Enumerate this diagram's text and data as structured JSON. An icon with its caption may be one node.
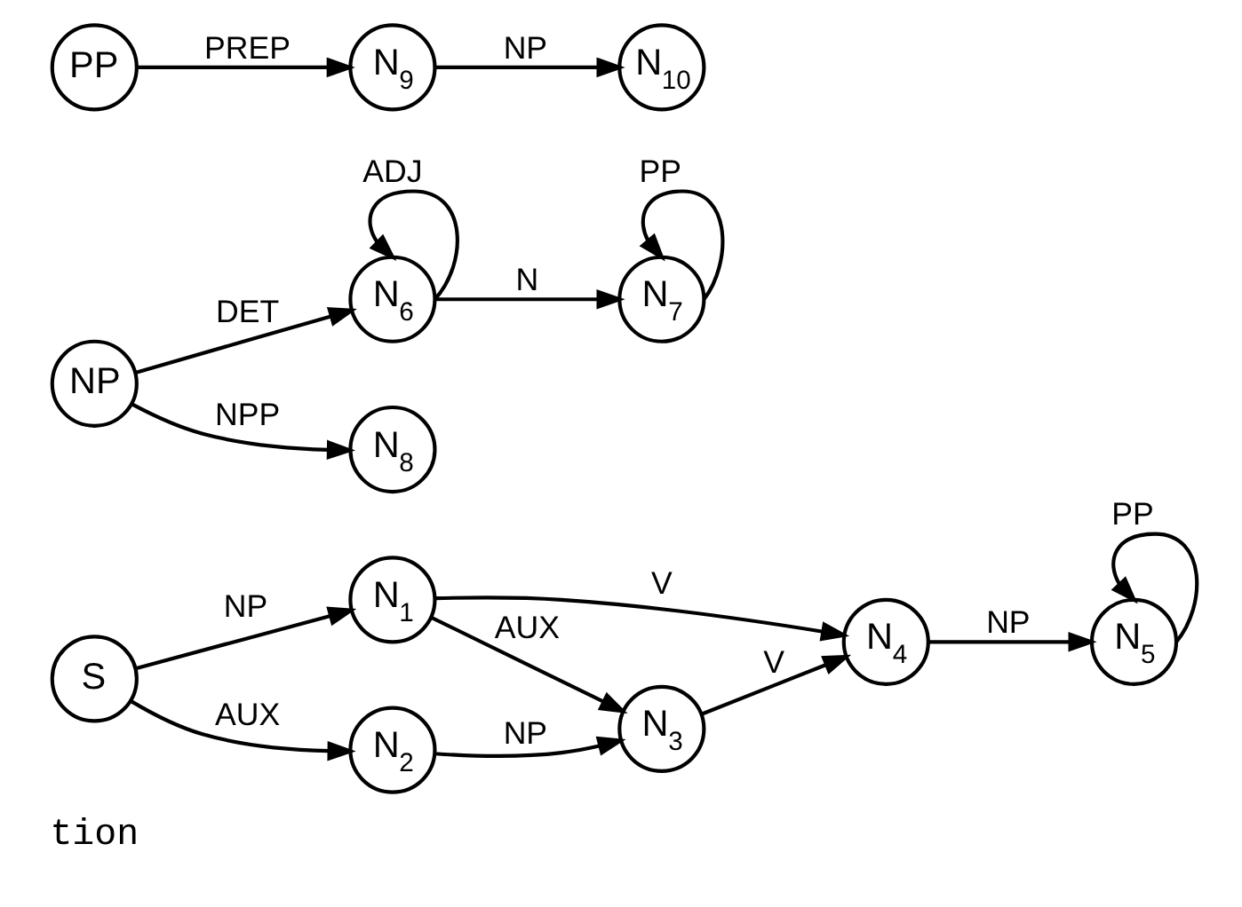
{
  "diagram": {
    "nodes": [
      {
        "text": [
          "S"
        ]
      },
      {
        "text": [
          "N$_{1}$"
        ]
      },
      {
        "text": [
          "N$_{2}$"
        ]
      },
      {
        "text": [
          "N$_{3}$"
        ]
      },
      {
        "text": [
          "N$_{4}$"
        ]
      },
      {
        "text": [
          "N$_{5}$"
        ]
      },
      {
        "text": [
          "NP"
        ]
      },
      {
        "text": [
          "N$_{6}$"
        ]
      },
      {
        "text": [
          "N$_{7}$"
        ]
      },
      {
        "text": [
          "N$_{8}$"
        ]
      },
      {
        "text": [
          "PP"
        ]
      },
      {
        "text": [
          "N$_{9}$"
        ]
      },
      {
        "text": [
          "N$_{10}$"
        ]
      }
    ],
    "edges": [
      {
        "from": 0,
        "to": 1,
        "arrow": "to",
        "label": "NP"
      },
      {
        "from": 0,
        "to": 2,
        "arrow": "to",
        "label": "AUX"
      },
      {
        "from": 1,
        "to": 3,
        "arrow": "to",
        "label": "AUX"
      },
      {
        "from": 2,
        "to": 3,
        "arrow": "to",
        "label": "NP"
      },
      {
        "from": 1,
        "to": 4,
        "arrow": "to",
        "label": "V"
      },
      {
        "from": 3,
        "to": 4,
        "arrow": "to",
        "label": "V"
      },
      {
        "from": 4,
        "to": 5,
        "arrow": "to",
        "label": "NP"
      },
      {
        "from": 5,
        "to": 5,
        "arrow": "to",
        "label": "PP"
      },
      {
        "from": 6,
        "to": 7,
        "arrow": "to",
        "label": "DET"
      },
      {
        "from": 7,
        "to": 7,
        "arrow": "to",
        "label": "ADJ"
      },
      {
        "from": 7,
        "to": 8,
        "arrow": "to",
        "label": "N"
      },
      {
        "from": 8,
        "to": 8,
        "arrow": "to",
        "label": "PP"
      },
      {
        "from": 6,
        "to": 9,
        "arrow": "to",
        "label": "NPP"
      },
      {
        "from": 10,
        "to": 11,
        "arrow": "to",
        "label": "PREP"
      },
      {
        "from": 11,
        "to": 12,
        "arrow": "to",
        "label": "NP"
      }
    ],
    "labels": [
      "tion"
    ]
  }
}
